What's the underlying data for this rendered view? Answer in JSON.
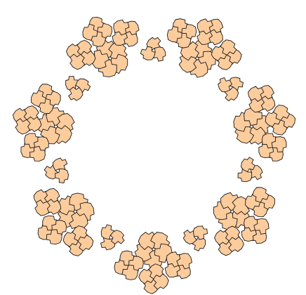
{
  "figure": {
    "kind": "fractal tiling figure",
    "colors": {
      "background": "#ffffff",
      "tile_fill": "#fdcc9c",
      "tile_stroke": "#1a1a1a"
    },
    "symmetry_order": 7,
    "ring_count": 7,
    "cluster_motifs_per_ring": 3,
    "tiles_per_motif": 5
  }
}
